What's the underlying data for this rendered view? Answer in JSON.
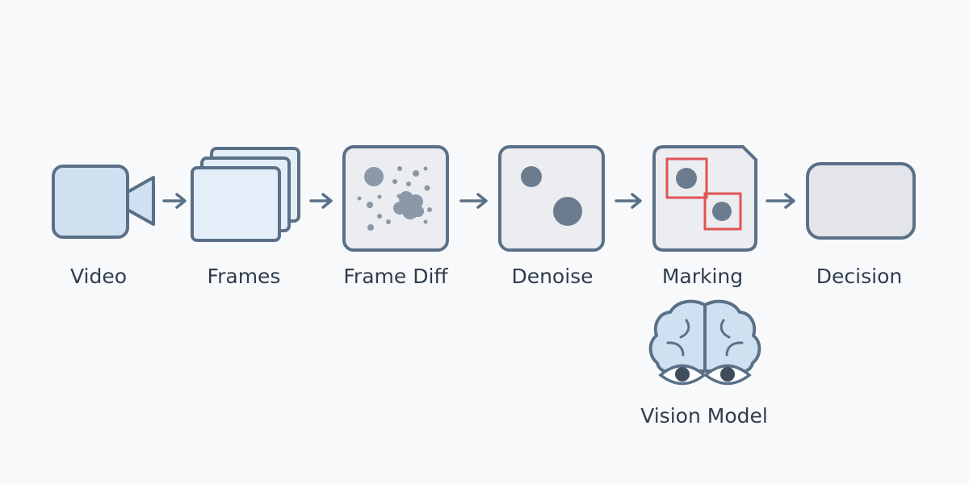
{
  "pipeline": {
    "steps": [
      {
        "label": "Video",
        "icon": "video-camera-icon"
      },
      {
        "label": "Frames",
        "icon": "stacked-frames-icon"
      },
      {
        "label": "Frame Diff",
        "icon": "frame-diff-icon"
      },
      {
        "label": "Denoise",
        "icon": "denoise-icon"
      },
      {
        "label": "Marking",
        "icon": "marking-icon"
      },
      {
        "label": "Decision",
        "icon": "decision-box-icon"
      }
    ],
    "model": {
      "label": "Vision Model",
      "icon": "brain-eyes-icon"
    }
  },
  "colors": {
    "stroke": "#5a7087",
    "fill_blue": "#cfe0f1",
    "fill_light_blue": "#e4eef9",
    "fill_gray": "#ecedf0",
    "fill_decision": "#e3e5ea",
    "dot": "#6b7c8e",
    "mark": "#e05454",
    "text": "#2f3d4d"
  }
}
